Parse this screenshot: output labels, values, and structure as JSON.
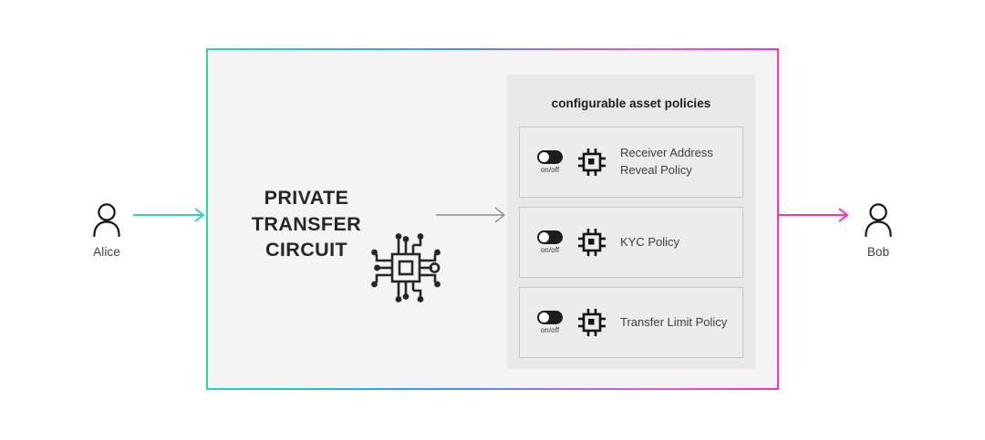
{
  "diagram": {
    "actors": [
      {
        "id": "alice",
        "label": "Alice",
        "icon": "person-icon"
      },
      {
        "id": "bob",
        "label": "Bob",
        "icon": "person-icon"
      }
    ],
    "main_box": {
      "title_lines": [
        "PRIVATE",
        "TRANSFER",
        "CIRCUIT"
      ],
      "chip_icon": "circuit-chip-icon",
      "border_gradient": [
        "#2ad4b4",
        "#2aa8e8",
        "#4d8df0",
        "#9d6ff0",
        "#ff2fb3"
      ],
      "background": "#f4f4f4"
    },
    "arrows": [
      {
        "id": "alice-to-box",
        "color": "#2ad4b4"
      },
      {
        "id": "chip-to-policies",
        "color": "#8d8d8d"
      },
      {
        "id": "box-to-bob",
        "color": "#ff2fb3"
      }
    ],
    "policies_panel": {
      "title": "configurable asset policies",
      "background": "#e8e8e8",
      "cards": [
        {
          "toggle_label": "on/off",
          "toggle_state": "on",
          "icon": "chip-icon",
          "name": "Receiver Address Reveal Policy"
        },
        {
          "toggle_label": "on/off",
          "toggle_state": "on",
          "icon": "chip-icon",
          "name": "KYC Policy"
        },
        {
          "toggle_label": "on/off",
          "toggle_state": "on",
          "icon": "chip-icon",
          "name": "Transfer Limit Policy"
        }
      ]
    }
  }
}
